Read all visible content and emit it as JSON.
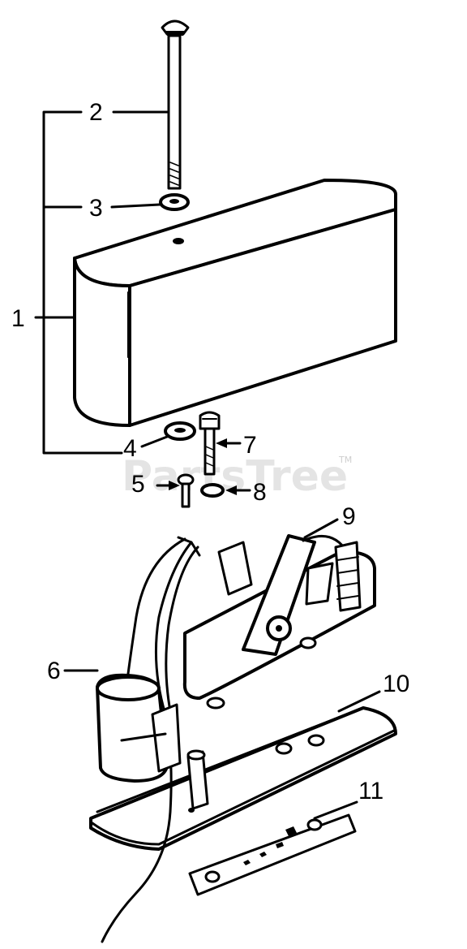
{
  "diagram": {
    "callouts": [
      {
        "id": "1",
        "label": "1"
      },
      {
        "id": "2",
        "label": "2"
      },
      {
        "id": "3",
        "label": "3"
      },
      {
        "id": "4",
        "label": "4"
      },
      {
        "id": "5",
        "label": "5"
      },
      {
        "id": "6",
        "label": "6"
      },
      {
        "id": "7",
        "label": "7"
      },
      {
        "id": "8",
        "label": "8"
      },
      {
        "id": "9",
        "label": "9"
      },
      {
        "id": "10",
        "label": "10"
      },
      {
        "id": "11",
        "label": "11"
      }
    ],
    "watermark": {
      "text": "PartsTree",
      "trademark": "TM"
    },
    "colors": {
      "ink": "#000000",
      "paper": "#ffffff",
      "watermark": "#cfcfcf"
    }
  }
}
